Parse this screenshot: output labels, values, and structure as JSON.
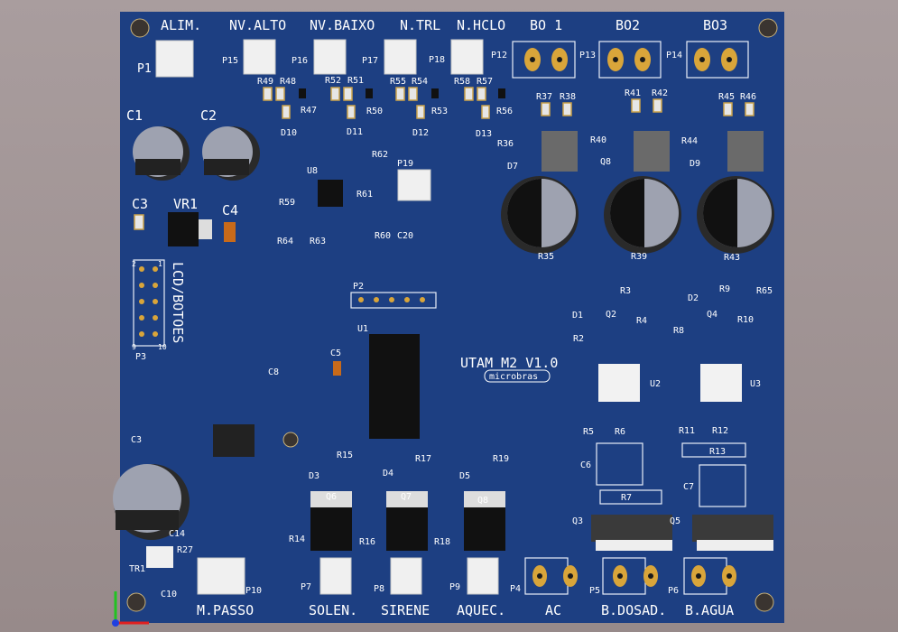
{
  "board": {
    "color": "#1d3f82",
    "title": "UTAM M2 V1.0",
    "brand": "microbras"
  },
  "top_labels": [
    "ALIM.",
    "NV.ALTO",
    "NV.BAIXO",
    "N.TRL",
    "N.HCLO",
    "BO 1",
    "BO2",
    "BO3"
  ],
  "bottom_labels": [
    "M.PASSO",
    "SOLEN.",
    "SIRENE",
    "AQUEC.",
    "AC",
    "B.DOSAD.",
    "B.AGUA"
  ],
  "side_label": "LCD/BOTOES",
  "connectors": {
    "top": [
      "P1",
      "P15",
      "P16",
      "P17",
      "P18",
      "P12",
      "P13",
      "P14"
    ],
    "bottom": [
      "P10",
      "P7",
      "P8",
      "P9",
      "P4",
      "P5",
      "P6"
    ],
    "other": [
      "P2",
      "P3",
      "P19"
    ]
  },
  "resistors_top": [
    "R49",
    "R48",
    "R47",
    "R52",
    "R51",
    "R50",
    "R55",
    "R54",
    "R53",
    "R58",
    "R57",
    "R56"
  ],
  "diodes_top": [
    "D10",
    "D11",
    "D12",
    "D13"
  ],
  "right_top": [
    "R37",
    "R38",
    "R36",
    "D7",
    "R41",
    "R42",
    "R40",
    "Q8",
    "R45",
    "R46",
    "R44",
    "D9",
    "R35",
    "R39",
    "R43",
    "R65"
  ],
  "left": [
    "C1",
    "C2",
    "C3",
    "VR1",
    "C4",
    "U8",
    "R59",
    "R61",
    "R62",
    "R60",
    "C20",
    "R64",
    "R63",
    "U1",
    "C5",
    "C8",
    "C3",
    "C14",
    "R27",
    "TR1",
    "C10"
  ],
  "bottom_mid": [
    "D3",
    "R15",
    "D4",
    "R17",
    "D5",
    "R19",
    "Q6",
    "Q7",
    "Q8",
    "R14",
    "R16",
    "R18"
  ],
  "right_bottom": [
    "R3",
    "D1",
    "Q2",
    "R4",
    "R2",
    "U2",
    "R5",
    "R6",
    "C6",
    "R7",
    "Q3",
    "D2",
    "R9",
    "Q4",
    "R10",
    "R8",
    "U3",
    "R11",
    "R12",
    "R13",
    "C7",
    "Q5"
  ],
  "header_pins": [
    "2",
    "1",
    "10",
    "9"
  ]
}
